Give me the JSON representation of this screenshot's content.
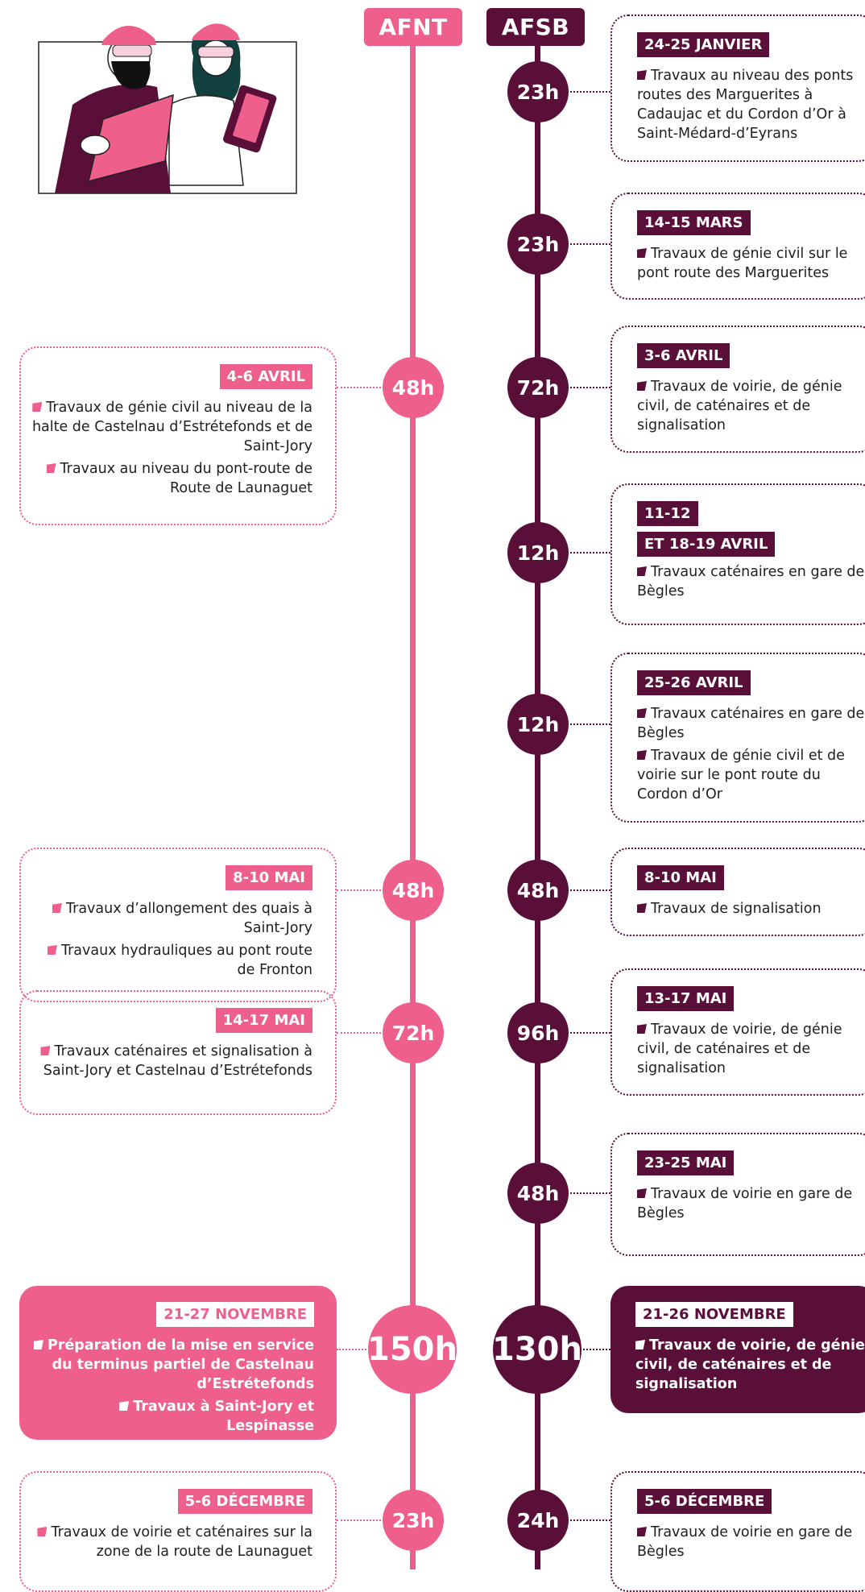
{
  "colors": {
    "afnt": "#ef5f8b",
    "afsb": "#5a0f39"
  },
  "illustration": "two-workers-with-hard-hats-and-tablet",
  "headers": {
    "afnt": "AFNT",
    "afsb": "AFSB"
  },
  "afsb_events": [
    {
      "hours": "23h",
      "dates": [
        "24-25 JANVIER"
      ],
      "items": [
        "Travaux au niveau des ponts routes des Marguerites à Cadaujac et du Cordon d’Or à Saint-Médard-d’Eyrans"
      ]
    },
    {
      "hours": "23h",
      "dates": [
        "14-15 MARS"
      ],
      "items": [
        "Travaux de génie civil sur le pont route des Marguerites"
      ]
    },
    {
      "hours": "72h",
      "dates": [
        "3-6 AVRIL"
      ],
      "items": [
        "Travaux de voirie, de génie civil, de caténaires et de signalisation"
      ]
    },
    {
      "hours": "12h",
      "dates": [
        "11-12",
        "ET 18-19 AVRIL"
      ],
      "items": [
        "Travaux caténaires en gare de Bègles"
      ]
    },
    {
      "hours": "12h",
      "dates": [
        "25-26 AVRIL"
      ],
      "items": [
        "Travaux caténaires en gare de Bègles",
        "Travaux de génie civil et de voirie sur le pont route du Cordon d’Or"
      ]
    },
    {
      "hours": "48h",
      "dates": [
        "8-10 MAI"
      ],
      "items": [
        "Travaux de signalisation"
      ]
    },
    {
      "hours": "96h",
      "dates": [
        "13-17 MAI"
      ],
      "items": [
        "Travaux de voirie, de génie civil, de caténaires et de signalisation"
      ]
    },
    {
      "hours": "48h",
      "dates": [
        "23-25 MAI"
      ],
      "items": [
        "Travaux de voirie en gare de Bègles"
      ]
    },
    {
      "hours": "130h",
      "dates": [
        "21-26 NOVEMBRE"
      ],
      "items": [
        "Travaux de voirie, de génie civil, de caténaires et de signalisation"
      ]
    },
    {
      "hours": "24h",
      "dates": [
        "5-6 DÉCEMBRE"
      ],
      "items": [
        "Travaux de voirie en gare de Bègles"
      ]
    }
  ],
  "afnt_events": [
    {
      "hours": "48h",
      "dates": [
        "4-6 AVRIL"
      ],
      "items": [
        "Travaux de génie civil au niveau de la halte de Castelnau d’Estrétefonds et de Saint-Jory",
        "Travaux au niveau du pont-route de Route de Launaguet"
      ]
    },
    {
      "hours": "48h",
      "dates": [
        "8-10 MAI"
      ],
      "items": [
        "Travaux d’allongement des quais à Saint-Jory",
        "Travaux hydrauliques au pont route de Fronton"
      ]
    },
    {
      "hours": "72h",
      "dates": [
        "14-17 MAI"
      ],
      "items": [
        "Travaux caténaires et signalisation à Saint-Jory et Castelnau d’Estrétefonds"
      ]
    },
    {
      "hours": "150h",
      "dates": [
        "21-27 NOVEMBRE"
      ],
      "items": [
        "Préparation de la mise en service du terminus partiel de Castelnau d’Estrétefonds",
        "Travaux à Saint-Jory et Lespinasse"
      ]
    },
    {
      "hours": "23h",
      "dates": [
        "5-6 DÉCEMBRE"
      ],
      "items": [
        "Travaux de voirie et caténaires sur la zone de la route de Launaguet"
      ]
    }
  ]
}
